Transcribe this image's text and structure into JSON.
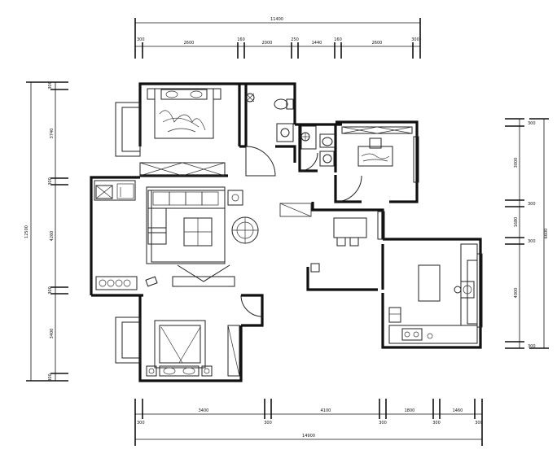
{
  "plan": {
    "dims_top": {
      "total": "11400",
      "segments": [
        "300",
        "2600",
        "160",
        "2000",
        "250",
        "1440",
        "160",
        "2600",
        "300"
      ]
    },
    "dims_bottom": {
      "total": "14900",
      "segments": [
        "300",
        "3400",
        "300",
        "4100",
        "300",
        "1800",
        "300",
        "1460",
        "300"
      ]
    },
    "dims_left": {
      "total": "12500",
      "segments": [
        "300",
        "3740",
        "300",
        "4260",
        "300",
        "3400",
        "300"
      ]
    },
    "dims_right": {
      "total": "6600",
      "segments": [
        "300",
        "3000",
        "300",
        "1680",
        "300",
        "4000",
        "300"
      ]
    }
  }
}
